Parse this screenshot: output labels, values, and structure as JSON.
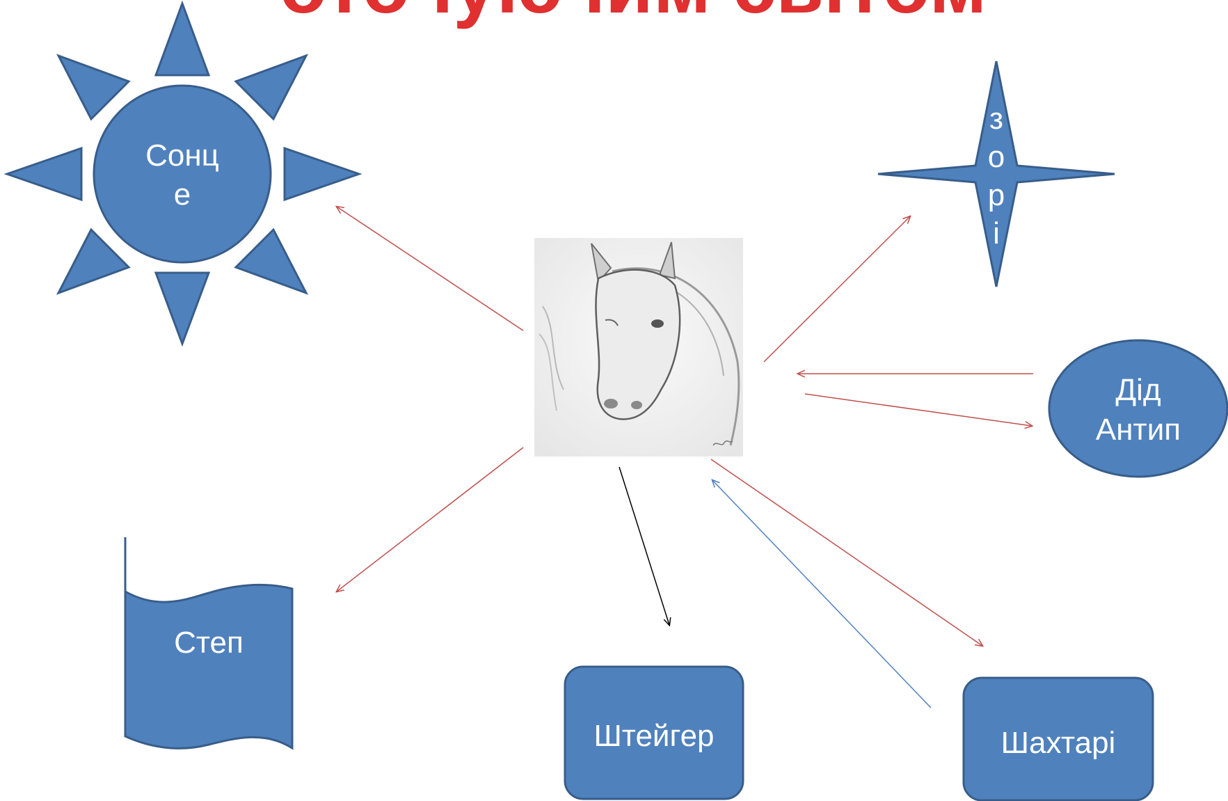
{
  "title": "оточуючим світом",
  "colors": {
    "title": "#e03030",
    "shape_fill": "#4f81bd",
    "shape_stroke": "#385d8a",
    "arrow_red": "#c0504d",
    "arrow_blue": "#4f81bd",
    "arrow_black": "#000000"
  },
  "image": {
    "subject": "horse-sketch"
  },
  "nodes": {
    "sun": {
      "line1": "Сонц",
      "line2": "е"
    },
    "stars": {
      "letters": [
        "з",
        "о",
        "р",
        "і"
      ]
    },
    "ded_antyp": {
      "line1": "Дід",
      "line2": "Антип"
    },
    "step": {
      "label": "Степ"
    },
    "shteiger": {
      "label": "Штейгер"
    },
    "shakhtari": {
      "label": "Шахтарі"
    }
  }
}
